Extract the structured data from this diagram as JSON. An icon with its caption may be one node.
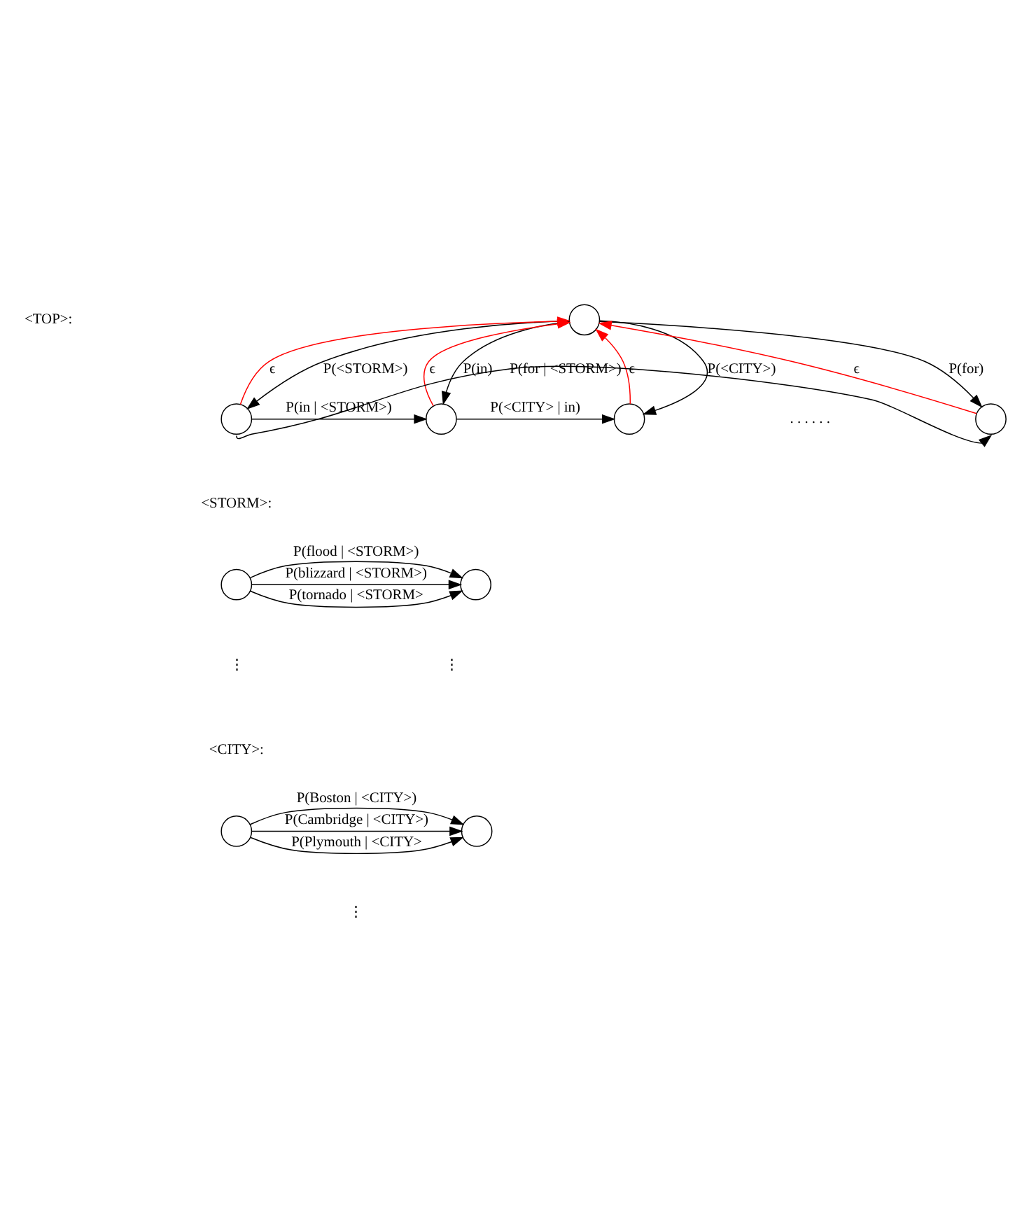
{
  "diagram": {
    "nodes": [
      {
        "text": [],
        "shape": "circle"
      },
      {
        "text": [],
        "shape": "circle"
      },
      {
        "text": [],
        "shape": "circle"
      },
      {
        "text": [],
        "shape": "circle"
      },
      {
        "text": [],
        "shape": "circle"
      },
      {
        "text": [],
        "shape": "circle"
      },
      {
        "text": [],
        "shape": "circle"
      },
      {
        "text": [],
        "shape": "circle"
      },
      {
        "text": [],
        "shape": "circle"
      }
    ],
    "edges": [
      {
        "from": 0,
        "to": 1,
        "arrow": "to",
        "label": "P(<STORM>)"
      },
      {
        "from": 1,
        "to": 0,
        "arrow": "to",
        "label": "ϵ",
        "color": "#ff0000"
      },
      {
        "from": 0,
        "to": 2,
        "arrow": "to",
        "label": "P(in)"
      },
      {
        "from": 2,
        "to": 0,
        "arrow": "to",
        "label": "ϵ",
        "color": "#ff0000"
      },
      {
        "from": 0,
        "to": 3,
        "arrow": "to",
        "label": "P(<CITY>)"
      },
      {
        "from": 3,
        "to": 0,
        "arrow": "to",
        "label": "ϵ",
        "color": "#ff0000"
      },
      {
        "from": 0,
        "to": 4,
        "arrow": "to",
        "label": "P(for)"
      },
      {
        "from": 4,
        "to": 0,
        "arrow": "to",
        "label": "ϵ",
        "color": "#ff0000"
      },
      {
        "from": 1,
        "to": 2,
        "arrow": "to",
        "label": "P(in | <STORM>)"
      },
      {
        "from": 2,
        "to": 3,
        "arrow": "to",
        "label": "P(<CITY> | in)"
      },
      {
        "from": 1,
        "to": 4,
        "arrow": "to",
        "label": "P(for | <STORM>)"
      },
      {
        "from": 5,
        "to": 6,
        "arrow": "to",
        "label": "P(blizzard | <STORM>)"
      },
      {
        "from": 5,
        "to": 6,
        "arrow": "to",
        "label": "P(flood | <STORM>)"
      },
      {
        "from": 5,
        "to": 6,
        "arrow": "to",
        "label": "P(tornado | <STORM>"
      },
      {
        "from": 7,
        "to": 8,
        "arrow": "to",
        "label": "P(Boston | <CITY>)"
      },
      {
        "from": 7,
        "to": 8,
        "arrow": "to",
        "label": "P(Cambridge | <CITY>)"
      },
      {
        "from": 7,
        "to": 8,
        "arrow": "to",
        "label": "P(Plymouth | <CITY>"
      }
    ],
    "labels": [
      "<TOP>:",
      ". . . . . .",
      "<STORM>:",
      "⋮",
      "⋮",
      "<CITY>:",
      "⋮"
    ]
  }
}
